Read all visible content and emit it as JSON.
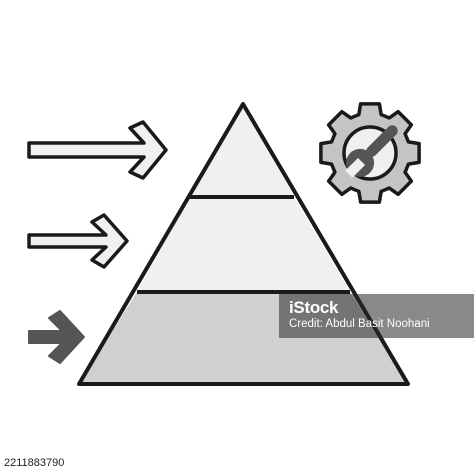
{
  "watermark": {
    "logo_text": "iStock",
    "credit": "Credit: Abdul Basit Noohani"
  },
  "stock_id": "2211883790",
  "colors": {
    "outline": "#1a1a1a",
    "fill_light": "#f0f0f0",
    "fill_mid": "#d0d0d0",
    "fill_gear": "#c4c4c4",
    "fill_dark": "#555555"
  },
  "icons": [
    "arrow-right-icon",
    "pyramid-icon",
    "gear-wrench-icon"
  ]
}
